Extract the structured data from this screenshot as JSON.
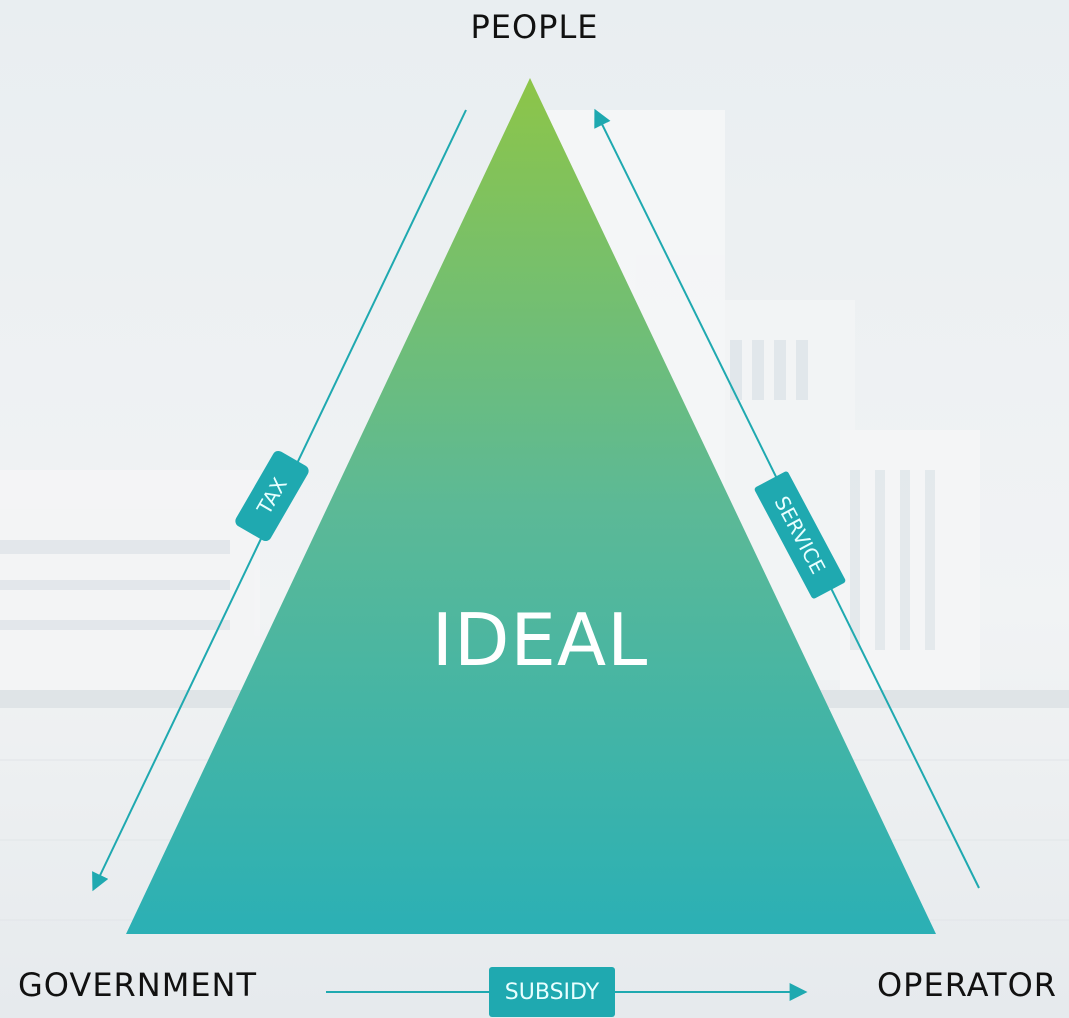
{
  "nodes": {
    "top": "PEOPLE",
    "left": "GOVERNMENT",
    "right": "OPERATOR"
  },
  "center_label": "IDEAL",
  "flows": {
    "people_to_government": "TAX",
    "operator_to_people": "SERVICE",
    "government_to_operator": "SUBSIDY"
  },
  "colors": {
    "triangle_top": "#8dc548",
    "triangle_bottom": "#2bb0b5",
    "arrow": "#1fa9b0",
    "background": "#eef1f4"
  }
}
